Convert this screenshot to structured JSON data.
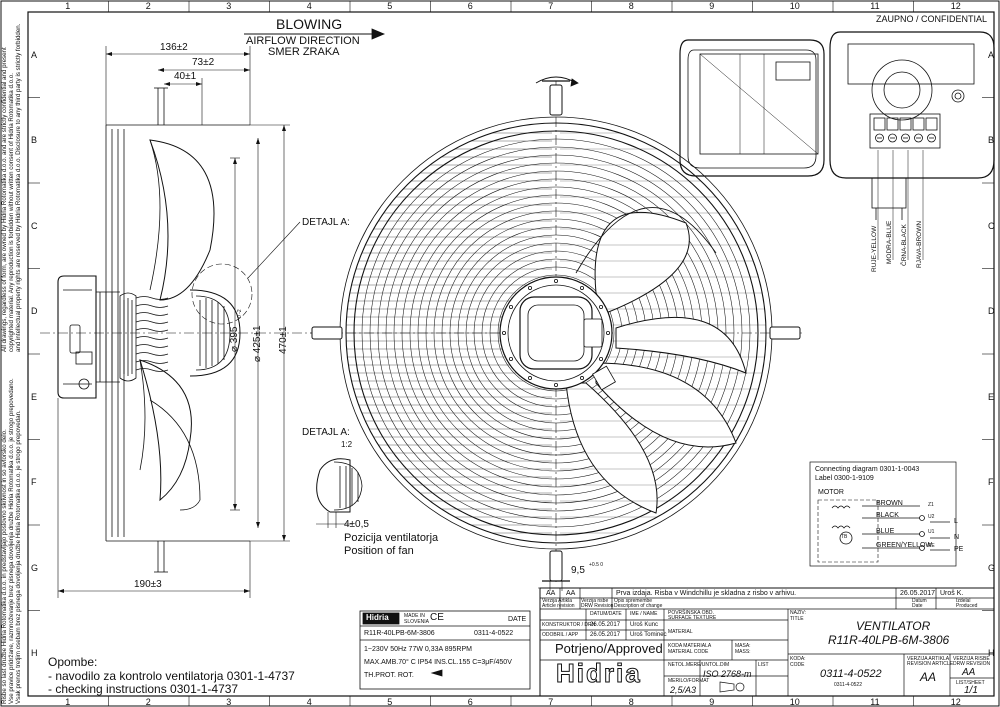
{
  "confidential": "ZAUPNO / CONFIDENTIAL",
  "grid": {
    "columns": [
      "1",
      "2",
      "3",
      "4",
      "5",
      "6",
      "7",
      "8",
      "9",
      "10",
      "11",
      "12"
    ],
    "rows": [
      "A",
      "B",
      "C",
      "D",
      "E",
      "F",
      "G",
      "H"
    ]
  },
  "side_notice": [
    "All drawings, regardless of form, are owned by Hidria Rotomatika d.o.o. and are strictly confidential and present",
    "copyrighted material. Any reproduction is forbidden without written consent of Hidria Rotomatika d.o.o.",
    "and intellectual property rights are reserved by Hidria Rotomatika d.o.o. Disclosure to any third party is strictly forbidden.",
    "Risbe so last družbe Hidria Rotomatika d.o.o. in predstavljajo poslovno skrivnost in so avtorsko delo.",
    "Vse pravice pridržane, razmnoževanje brez pisnega dovoljenja družbe Hidria Rotomatika d.o.o. je strogo prepovedano.",
    "Vsak prenos tretjim osebam brez pisnega dovoljenja družbe Hidria Rotomatika d.o.o. je strogo prepovedan."
  ],
  "airflow": {
    "title": "BLOWING",
    "line1": "AIRFLOW DIRECTION",
    "line2": "SMER ZRAKA"
  },
  "dimensions": {
    "d136": "136±2",
    "d73": "73±2",
    "d40": "40±1",
    "d190": "190±3",
    "d395": "⌀ 395",
    "d395_tol": "0 -2",
    "d425": "⌀ 425±1",
    "d470": "470±1",
    "d95": "9,5",
    "d95_tol": "+0.5 0",
    "d4": "4±0,5"
  },
  "detail_a": "DETAJL A:",
  "detail_a2": "DETAJL A:",
  "detail_scale": "1:2",
  "fan_position": {
    "sl": "Pozicija ventilatorja",
    "en": "Position of fan"
  },
  "notes": {
    "title": "Opombe:",
    "line1": "- navodilo za kontrolo ventilatorja 0301-1-4737",
    "line2": "- checking instructions 0301-1-4737"
  },
  "wire_labels": [
    "RUJE-YELLOW",
    "MODRA-BLUE",
    "ČRNA-BLACK",
    "RJAVA-BROWN"
  ],
  "connection": {
    "title": "Connecting diagram 0301-1-0043",
    "label": "Label 0300-1-9109",
    "motor": "MOTOR",
    "wires": [
      "BROWN",
      "BLACK",
      "BLUE",
      "GREEN/YELLOW"
    ],
    "terminals": [
      "Z1",
      "U2",
      "U1",
      "PE"
    ],
    "outputs": [
      "L",
      "N",
      "PE"
    ],
    "tb": "TB"
  },
  "label_plate": {
    "brand": "Hidria",
    "made_in": "MADE IN",
    "country": "SLOVENIA",
    "ce": "CE",
    "date": "DATE",
    "model": "R11R-40LPB-6M-3806",
    "code": "0311-4-0522",
    "spec1": "1~230V 50Hz 77W 0,33A 895RPM",
    "spec2": "MAX.AMB.70° C IP54 INS.CL.155 C=3μF/450V",
    "thprot": "TH.PROT. ROT."
  },
  "approved": "Potrjeno/Approved",
  "logo": "Hidria",
  "revision": {
    "h1": "AA",
    "h2": "AA",
    "text": "Prva izdaja. Risba v Windchillu je skladna z risbo v arhivu.",
    "date": "26.05.2017",
    "author": "Uroš K.",
    "col_labels": [
      "Verzija Artikla",
      "Article revision",
      "Verzija risbe",
      "DRW Revision",
      "Opis spremembe",
      "Description of change"
    ],
    "date_lbl": "Datum",
    "date_lbl_en": "Date",
    "izd_lbl": "Izdelal",
    "izd_lbl_en": "Produced"
  },
  "title_block": {
    "datum_lbl": "DATUM/DATE",
    "ime_lbl": "IME / NAME",
    "konstr_lbl": "KONSTRUKTOR / DRN",
    "odobril_lbl": "ODOBRIL / APP",
    "konstr_date": "26.05.2017",
    "konstr_name": "Uroš Kunc",
    "odobril_date": "26.05.2017",
    "odobril_name": "Uroš Tominec",
    "surface_lbl": "POVRŠINSKA OBD.",
    "surface_en": "SURFACE TEXTURE",
    "material_lbl": "MATERIAL",
    "kodamat_lbl": "KODA MATERIALA",
    "matcode_lbl": "MATERIAL CODE",
    "masa_lbl": "MASA:",
    "mass_lbl": "MASS:",
    "scale_lbl": "MERILO/FORMAT",
    "scale": "2,5/A3",
    "tol_lbl": "NETOL.MERE/UNTOL.DIM",
    "iso": "ISO 2768-m",
    "list_lbl": "LIST",
    "naziv_lbl": "NAZIV:",
    "title_lbl": "TITLE",
    "name": "VENTILATOR",
    "part": "R11R-40LPB-6M-3806",
    "koda_lbl": "KODA:",
    "code_lbl": "CODE",
    "code": "0311-4-0522",
    "code_small": "0311-4-0522",
    "article_rev_lbl": "VERZIJA ARTIKLA",
    "article_rev_en": "REVISION ARTICLE",
    "article_rev": "AA",
    "drw_rev_lbl": "VERZIJA RISBE",
    "drw_rev_en": "DRW REVISION",
    "drw_rev": "AA",
    "sheet_lbl": "LIST/SHEET",
    "sheet": "1/1"
  },
  "colors": {
    "line": "#111111",
    "background": "#ffffff"
  }
}
